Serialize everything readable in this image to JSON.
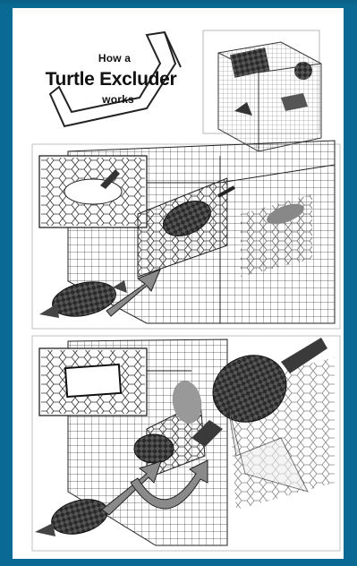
{
  "title": {
    "line1": "How a",
    "line2": "Turtle Excluder",
    "line3": "works"
  },
  "colors": {
    "border": "#0b6a93",
    "paper": "#ffffff",
    "ink": "#111111"
  },
  "panels": [
    {
      "id": "overview-net"
    },
    {
      "id": "turtle-approaching"
    },
    {
      "id": "turtle-escaping"
    }
  ]
}
